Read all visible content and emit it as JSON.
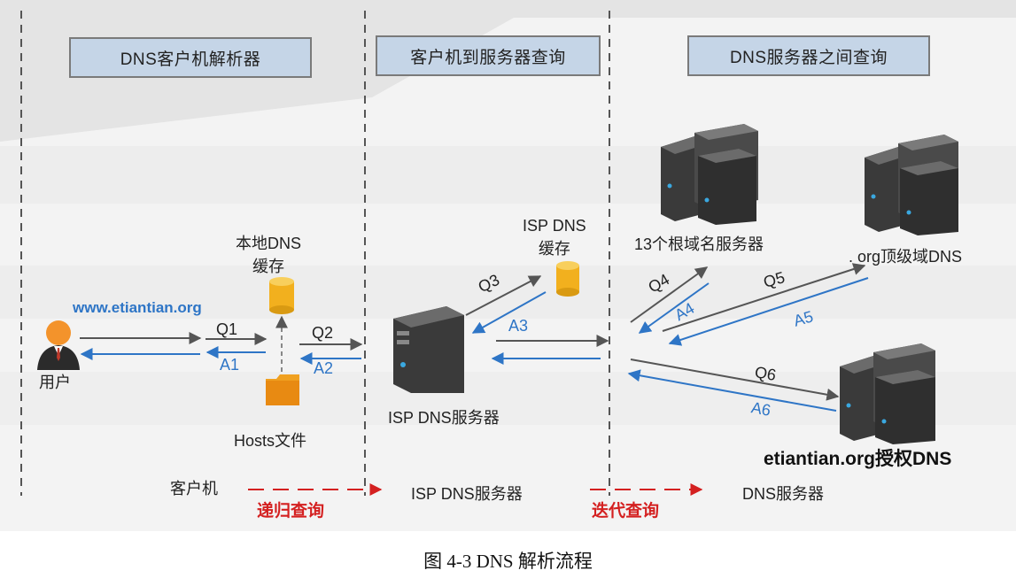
{
  "headers": {
    "client_resolver": "DNS客户机解析器",
    "client_to_server": "客户机到服务器查询",
    "between_servers": "DNS服务器之间查询"
  },
  "labels": {
    "user": "用户",
    "url": "www.etiantian.org",
    "local_cache": "本地DNS\n缓存",
    "hosts_file": "Hosts文件",
    "isp_cache": "ISP DNS\n缓存",
    "isp_server": "ISP DNS服务器",
    "root_servers": "13个根域名服务器",
    "org_tld": ". org顶级域DNS",
    "auth_dns": "etiantian.org授权DNS"
  },
  "queries": [
    "Q1",
    "Q2",
    "Q3",
    "Q4",
    "Q5",
    "Q6"
  ],
  "answers": [
    "A1",
    "A2",
    "A3",
    "A4",
    "A5",
    "A6"
  ],
  "bottom": {
    "client": "客户机",
    "recursive": "递归查询",
    "isp_server": "ISP DNS服务器",
    "iterative": "迭代查询",
    "dns_server": "DNS服务器"
  },
  "caption": "图 4-3 DNS 解析流程",
  "colors": {
    "header_bg": "#c5d5e7",
    "query_arrow": "#555555",
    "answer_arrow": "#2e75c6",
    "dashed_red": "#d42020"
  }
}
